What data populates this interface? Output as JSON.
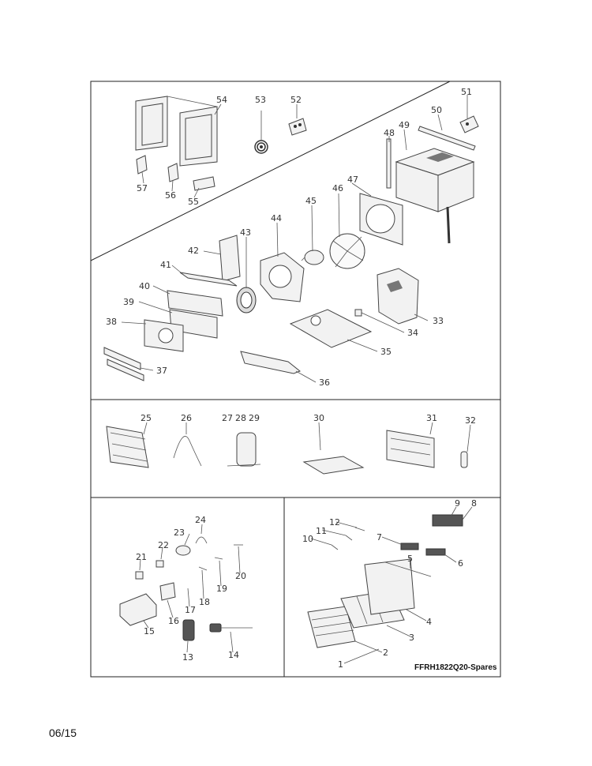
{
  "diagram_title": "FFRH1822Q20-Spares",
  "footer_date": "06/15",
  "part_labels": [
    "1",
    "2",
    "3",
    "4",
    "5",
    "6",
    "7",
    "8",
    "9",
    "10",
    "11",
    "12",
    "13",
    "14",
    "15",
    "16",
    "17",
    "18",
    "19",
    "20",
    "21",
    "22",
    "23",
    "24",
    "25",
    "26",
    "27",
    "28",
    "29",
    "30",
    "31",
    "32",
    "33",
    "34",
    "35",
    "36",
    "37",
    "38",
    "39",
    "40",
    "41",
    "42",
    "43",
    "44",
    "45",
    "46",
    "47",
    "48",
    "49",
    "50",
    "51",
    "52",
    "53",
    "54",
    "55",
    "56",
    "57"
  ]
}
